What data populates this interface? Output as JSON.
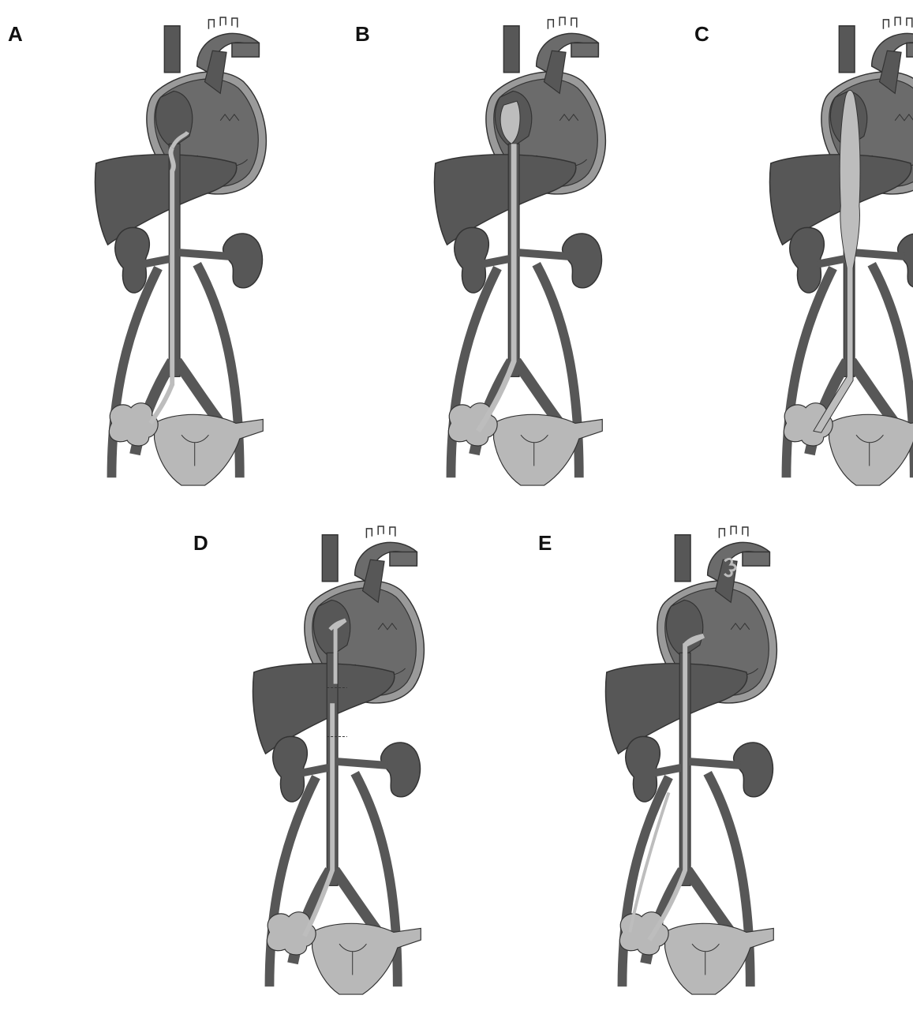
{
  "panels": [
    {
      "label": "A",
      "variant": "thin-thrombus-to-right-atrium"
    },
    {
      "label": "B",
      "variant": "thrombus-filling-right-atrium"
    },
    {
      "label": "C",
      "variant": "dilated-ivc-thrombus"
    },
    {
      "label": "D",
      "variant": "interrupted-thrombus-at-liver"
    },
    {
      "label": "E",
      "variant": "thrombus-to-pulmonary-artery"
    }
  ],
  "colors": {
    "organ_dark": "#575757",
    "organ_mid": "#6b6b6b",
    "pericardium": "#9a9a9a",
    "thrombus": "#bdbdbd",
    "uterus": "#b8b8b8",
    "outline": "#333333"
  }
}
